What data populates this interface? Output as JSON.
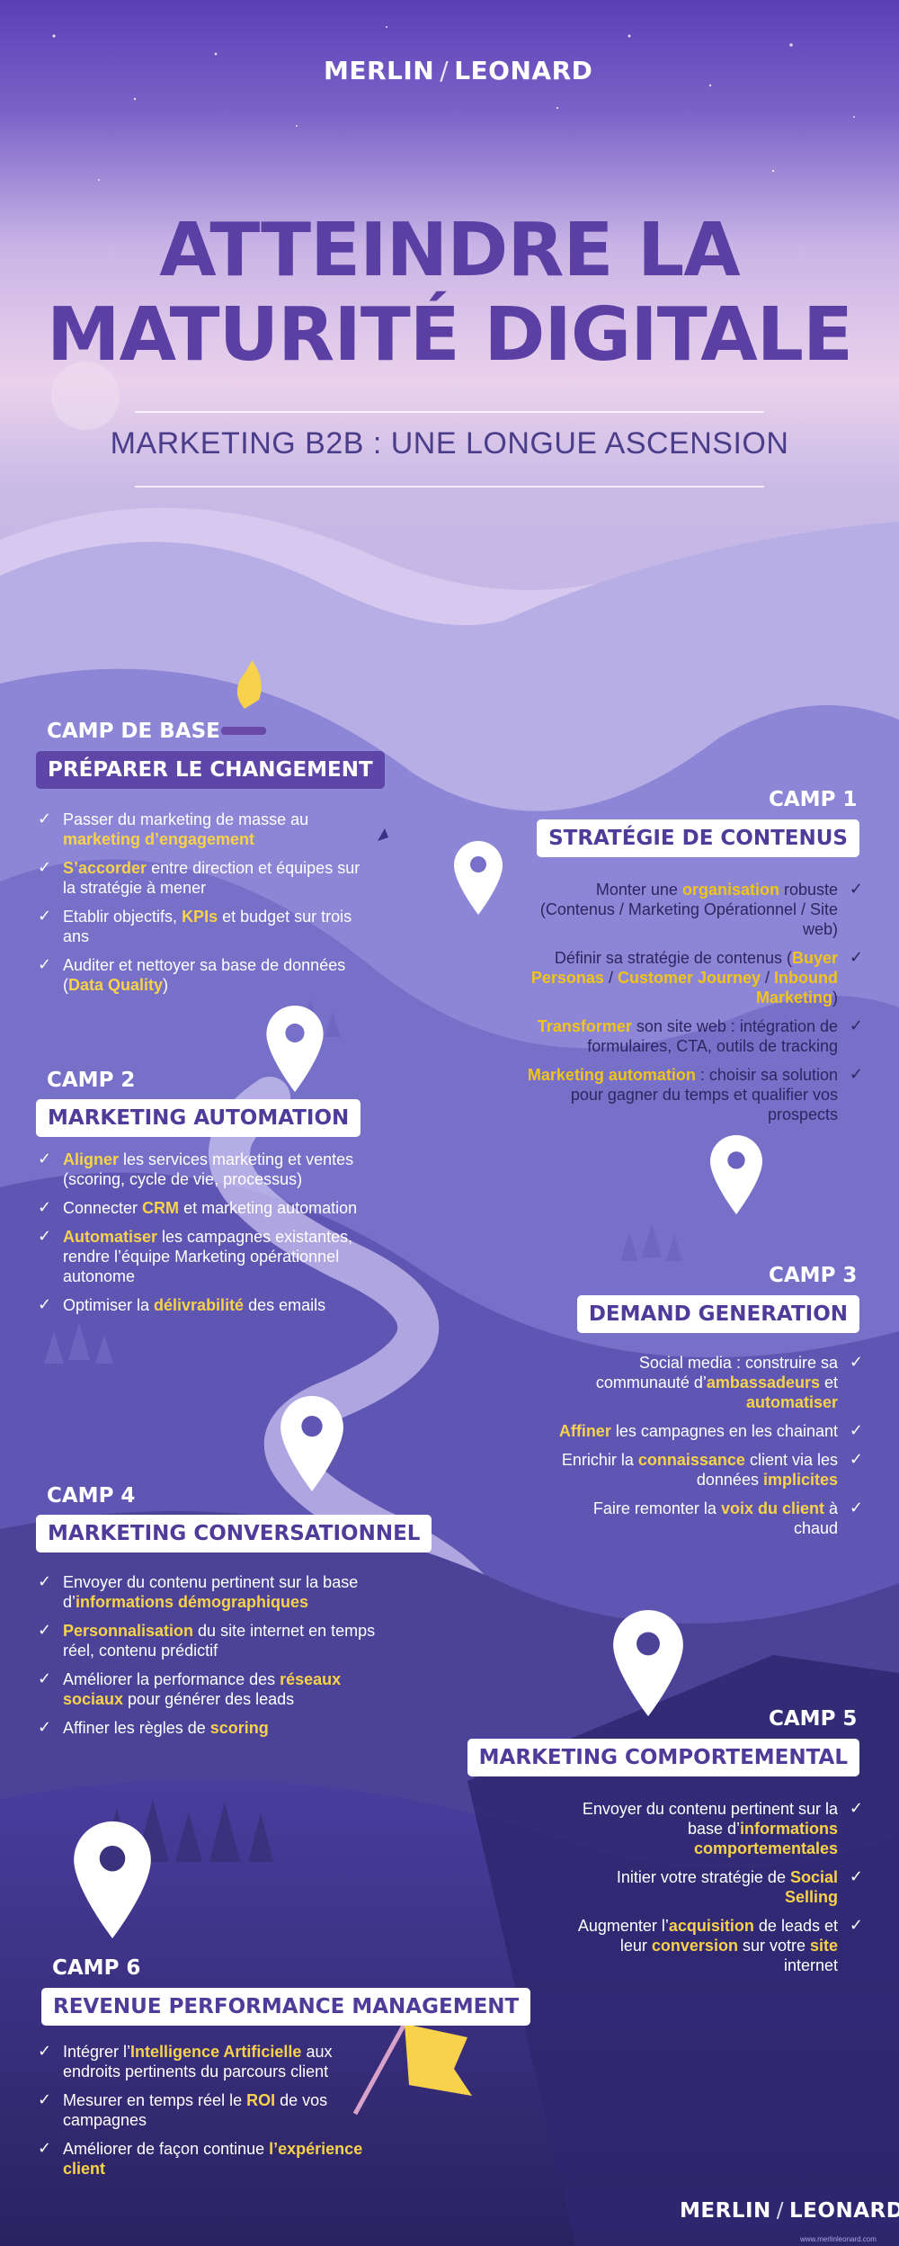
{
  "brand": {
    "left": "MERLIN",
    "slash": "/",
    "right": "LEONARD"
  },
  "title": {
    "line1": "ATTEINDRE LA",
    "line2": "MATURITÉ DIGITALE"
  },
  "subtitle": "MARKETING B2B : UNE LONGUE ASCENSION",
  "colors": {
    "title": "#5b3fa3",
    "highlight": "#f7d24a",
    "sky_top": "#5a3fb6",
    "badge_dark": "#5e45a8",
    "badge_light": "#ffffff"
  },
  "camps": {
    "base": {
      "label": "CAMP DE BASE",
      "title": "PRÉPARER LE CHANGEMENT",
      "items": [
        [
          {
            "t": "Passer du marketing de masse au "
          },
          {
            "t": "marketing d’engagement",
            "h": 1
          }
        ],
        [
          {
            "t": "S’accorder",
            "h": 1
          },
          {
            "t": " entre direction et équipes sur la stratégie à mener"
          }
        ],
        [
          {
            "t": "Etablir objectifs, "
          },
          {
            "t": "KPIs",
            "h": 1
          },
          {
            "t": " et budget sur trois ans"
          }
        ],
        [
          {
            "t": "Auditer et nettoyer sa base de données ("
          },
          {
            "t": "Data Quality",
            "h": 1
          },
          {
            "t": ")"
          }
        ]
      ]
    },
    "c1": {
      "label": "CAMP 1",
      "title": "STRATÉGIE DE CONTENUS",
      "items": [
        [
          {
            "t": "Monter une "
          },
          {
            "t": "organisation",
            "h": 1
          },
          {
            "t": " robuste (Contenus / Marketing Opérationnel / Site web)"
          }
        ],
        [
          {
            "t": "Définir sa stratégie de contenus ("
          },
          {
            "t": "Buyer Personas",
            "h": 1
          },
          {
            "t": " / "
          },
          {
            "t": "Customer Journey",
            "h": 1
          },
          {
            "t": " / "
          },
          {
            "t": "Inbound Marketing",
            "h": 1
          },
          {
            "t": ")"
          }
        ],
        [
          {
            "t": "Transformer",
            "h": 1
          },
          {
            "t": " son site web : intégration de formulaires, CTA, outils de tracking"
          }
        ],
        [
          {
            "t": "Marketing automation",
            "h": 1
          },
          {
            "t": " : choisir sa solution pour gagner du temps et qualifier vos prospects"
          }
        ]
      ]
    },
    "c2": {
      "label": "CAMP 2",
      "title": "MARKETING AUTOMATION",
      "items": [
        [
          {
            "t": "Aligner",
            "h": 1
          },
          {
            "t": " les services marketing et ventes (scoring, cycle de vie, processus)"
          }
        ],
        [
          {
            "t": "Connecter "
          },
          {
            "t": "CRM",
            "h": 1
          },
          {
            "t": " et marketing automation"
          }
        ],
        [
          {
            "t": "Automatiser",
            "h": 1
          },
          {
            "t": " les campagnes existantes, rendre l’équipe Marketing opérationnel autonome"
          }
        ],
        [
          {
            "t": "Optimiser la "
          },
          {
            "t": "délivrabilité",
            "h": 1
          },
          {
            "t": " des emails"
          }
        ]
      ]
    },
    "c3": {
      "label": "CAMP 3",
      "title": "DEMAND GENERATION",
      "items": [
        [
          {
            "t": "Social media : construire sa communauté d’"
          },
          {
            "t": "ambassadeurs",
            "h": 1
          },
          {
            "t": " et "
          },
          {
            "t": "automatiser",
            "h": 1
          }
        ],
        [
          {
            "t": "Affiner",
            "h": 1
          },
          {
            "t": " les campagnes en les chainant"
          }
        ],
        [
          {
            "t": "Enrichir la "
          },
          {
            "t": "connaissance",
            "h": 1
          },
          {
            "t": " client via les données "
          },
          {
            "t": "implicites",
            "h": 1
          }
        ],
        [
          {
            "t": "Faire remonter la "
          },
          {
            "t": "voix du client",
            "h": 1
          },
          {
            "t": " à chaud"
          }
        ]
      ]
    },
    "c4": {
      "label": "CAMP 4",
      "title": "MARKETING CONVERSATIONNEL",
      "items": [
        [
          {
            "t": "Envoyer du contenu pertinent sur la base d’"
          },
          {
            "t": "informations démographiques",
            "h": 1
          }
        ],
        [
          {
            "t": "Personnalisation",
            "h": 1
          },
          {
            "t": " du site internet en temps réel, contenu prédictif"
          }
        ],
        [
          {
            "t": "Améliorer la performance des "
          },
          {
            "t": "réseaux sociaux",
            "h": 1
          },
          {
            "t": " pour générer des leads"
          }
        ],
        [
          {
            "t": "Affiner les règles de "
          },
          {
            "t": "scoring",
            "h": 1
          }
        ]
      ]
    },
    "c5": {
      "label": "CAMP 5",
      "title": "MARKETING COMPORTEMENTAL",
      "items": [
        [
          {
            "t": "Envoyer du contenu pertinent sur la base d’"
          },
          {
            "t": "informations comportementales",
            "h": 1
          }
        ],
        [
          {
            "t": "Initier votre stratégie de "
          },
          {
            "t": "Social Selling",
            "h": 1
          }
        ],
        [
          {
            "t": "Augmenter l’"
          },
          {
            "t": "acquisition",
            "h": 1
          },
          {
            "t": " de leads et leur "
          },
          {
            "t": "conversion",
            "h": 1
          },
          {
            "t": " sur votre "
          },
          {
            "t": "site",
            "h": 1
          },
          {
            "t": " internet"
          }
        ]
      ]
    },
    "c6": {
      "label": "CAMP 6",
      "title": "REVENUE PERFORMANCE MANAGEMENT",
      "items": [
        [
          {
            "t": "Intégrer l’"
          },
          {
            "t": "Intelligence Artificielle",
            "h": 1
          },
          {
            "t": " aux endroits pertinents du parcours client"
          }
        ],
        [
          {
            "t": "Mesurer en temps réel le "
          },
          {
            "t": "ROI",
            "h": 1
          },
          {
            "t": " de vos campagnes"
          }
        ],
        [
          {
            "t": "Améliorer de façon continue "
          },
          {
            "t": "l’expérience client",
            "h": 1
          }
        ]
      ]
    }
  },
  "credit": "www.merlinleonard.com"
}
